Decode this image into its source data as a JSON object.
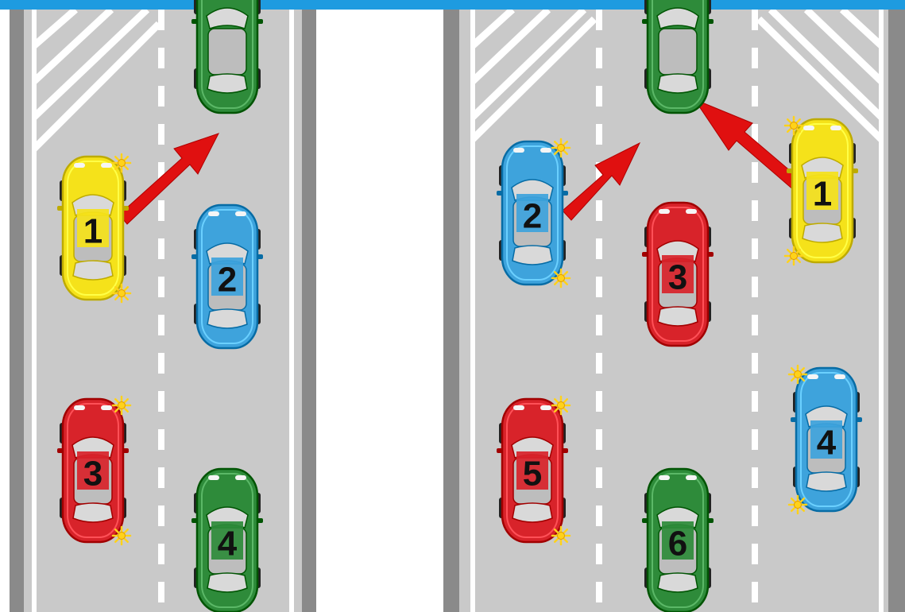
{
  "colors": {
    "top_band": "#1e9be0",
    "road": "#c9c9c9",
    "road_edge": "#8a8a8a",
    "markings": "#ffffff",
    "median": "#ffffff",
    "arrow": "#e01010",
    "car_yellow": "#f5e21a",
    "car_blue": "#3ea3dc",
    "car_red": "#d8232a",
    "car_green": "#2e8b3a",
    "turn_signal": "#ffd21a"
  },
  "scenes": [
    {
      "name": "left-road",
      "cars": [
        {
          "id": "left-car-top-green",
          "label": "",
          "color": "green",
          "icon": "car-green-icon"
        },
        {
          "id": "left-car-1",
          "label": "1",
          "color": "yellow",
          "icon": "car-yellow-icon",
          "signal": "right"
        },
        {
          "id": "left-car-2",
          "label": "2",
          "color": "blue",
          "icon": "car-blue-icon"
        },
        {
          "id": "left-car-3",
          "label": "3",
          "color": "red",
          "icon": "car-red-icon",
          "signal": "right"
        },
        {
          "id": "left-car-4",
          "label": "4",
          "color": "green",
          "icon": "car-green-icon"
        }
      ]
    },
    {
      "name": "right-road",
      "cars": [
        {
          "id": "right-car-top-green",
          "label": "",
          "color": "green",
          "icon": "car-green-icon"
        },
        {
          "id": "right-car-1",
          "label": "1",
          "color": "yellow",
          "icon": "car-yellow-icon",
          "signal": "left"
        },
        {
          "id": "right-car-2",
          "label": "2",
          "color": "blue",
          "icon": "car-blue-icon",
          "signal": "right"
        },
        {
          "id": "right-car-3",
          "label": "3",
          "color": "red",
          "icon": "car-red-icon"
        },
        {
          "id": "right-car-4",
          "label": "4",
          "color": "blue",
          "icon": "car-blue-icon",
          "signal": "left"
        },
        {
          "id": "right-car-5",
          "label": "5",
          "color": "red",
          "icon": "car-red-icon",
          "signal": "right"
        },
        {
          "id": "right-car-6",
          "label": "6",
          "color": "green",
          "icon": "car-green-icon"
        }
      ]
    }
  ]
}
